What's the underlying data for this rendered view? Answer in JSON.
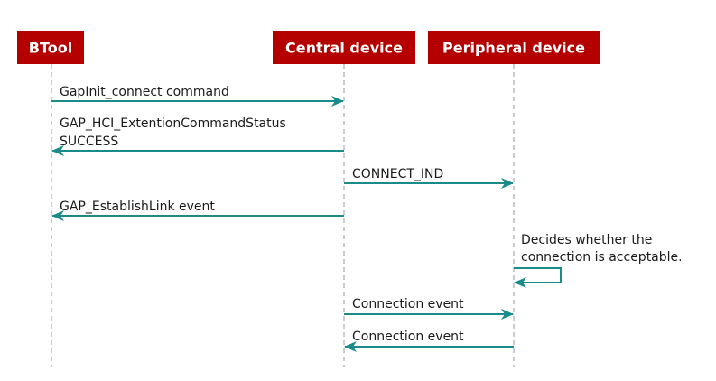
{
  "colors": {
    "participant_fill": "#b50000",
    "participant_text": "#ffffff",
    "arrow": "#1a8a8a",
    "lifeline": "#9a9a9a"
  },
  "participants": [
    {
      "id": "btool",
      "label": "BTool"
    },
    {
      "id": "central",
      "label": "Central device"
    },
    {
      "id": "peripheral",
      "label": "Peripheral device"
    }
  ],
  "messages": [
    {
      "from": "btool",
      "to": "central",
      "lines": [
        "GapInit_connect command"
      ]
    },
    {
      "from": "central",
      "to": "btool",
      "lines": [
        "GAP_HCI_ExtentionCommandStatus",
        "SUCCESS"
      ]
    },
    {
      "from": "central",
      "to": "peripheral",
      "lines": [
        "CONNECT_IND"
      ]
    },
    {
      "from": "central",
      "to": "btool",
      "lines": [
        "GAP_EstablishLink event"
      ]
    },
    {
      "from": "peripheral",
      "to": "peripheral",
      "lines": [
        "Decides whether the",
        "connection is acceptable."
      ]
    },
    {
      "from": "central",
      "to": "peripheral",
      "lines": [
        "Connection event"
      ]
    },
    {
      "from": "peripheral",
      "to": "central",
      "lines": [
        "Connection event"
      ]
    }
  ]
}
